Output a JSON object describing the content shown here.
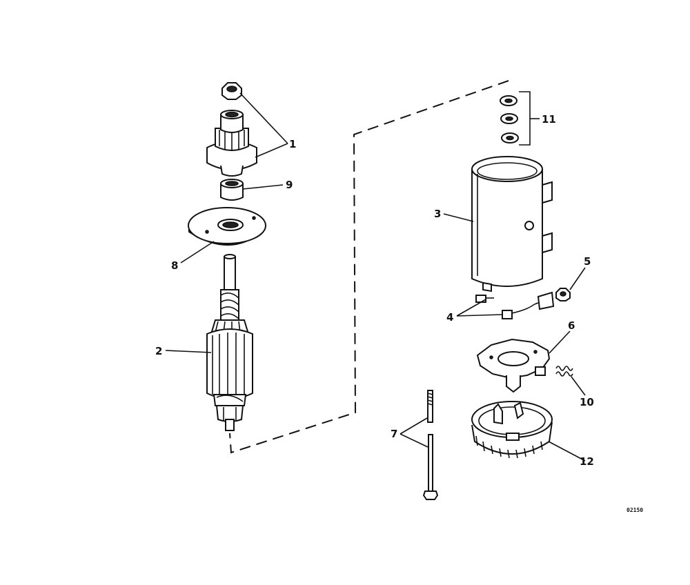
{
  "callouts": {
    "c1": "1",
    "c2": "2",
    "c3": "3",
    "c4": "4",
    "c5": "5",
    "c6": "6",
    "c7": "7",
    "c8": "8",
    "c9": "9",
    "c10": "10",
    "c11": "11",
    "c12": "12"
  },
  "drawing_code": "02150"
}
